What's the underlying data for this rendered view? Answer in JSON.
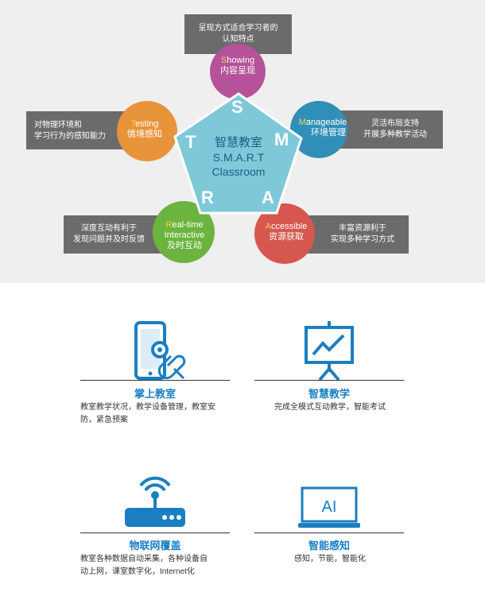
{
  "diagram": {
    "center": {
      "line1": "智慧教室",
      "line2": "S.M.A.R.T",
      "line3": "Classroom"
    },
    "nodes": [
      {
        "id": "showing",
        "first": "S",
        "rest": "howing",
        "cn": "内容呈现",
        "letter": "S",
        "note": [
          "呈现方式适合学习者的",
          "认知特点"
        ],
        "color": "#b5529a"
      },
      {
        "id": "manageable",
        "first": "M",
        "rest": "anageable",
        "cn": "环境管理",
        "letter": "M",
        "note": [
          "灵活布局支持",
          "开展多种教学活动"
        ],
        "color": "#2f8fb8"
      },
      {
        "id": "accessible",
        "first": "A",
        "rest": "ccessible",
        "cn": "资源获取",
        "letter": "A",
        "note": [
          "丰富资源利于",
          "实现多种学习方式"
        ],
        "color": "#d5574f"
      },
      {
        "id": "realtime",
        "first": "R",
        "rest": "eal-time",
        "rest2": "Interactive",
        "cn": "及时互动",
        "letter": "R",
        "note": [
          "深度互动有利于",
          "发现问题并及时反馈"
        ],
        "color": "#6cb43f"
      },
      {
        "id": "testing",
        "first": "T",
        "rest": "esting",
        "cn": "情境感知",
        "letter": "T",
        "note": [
          "对物理环境和",
          "学习行为的感知能力"
        ],
        "color": "#e8943a"
      }
    ],
    "colors": {
      "pentagon": "#7fc8d8",
      "note_box": "#6b6b6b",
      "bg": "#efefef"
    }
  },
  "features": [
    {
      "title": "掌上教室",
      "desc": [
        "教室教学状况，教学设备管理，教室安",
        "防，紧急预案"
      ],
      "icon": "phone-gear-icon"
    },
    {
      "title": "智慧教学",
      "desc": [
        "完成全模式互动教学，智能考试"
      ],
      "icon": "presentation-board-icon"
    },
    {
      "title": "物联网覆盖",
      "desc": [
        "教室各种数据自动采集，各种设备自",
        "动上网，课室数字化，Internet化"
      ],
      "icon": "wireless-router-icon"
    },
    {
      "title": "智能感知",
      "desc": [
        "感知，节能，智能化"
      ],
      "icon": "ai-monitor-icon"
    }
  ],
  "accent": "#1a7fc1"
}
